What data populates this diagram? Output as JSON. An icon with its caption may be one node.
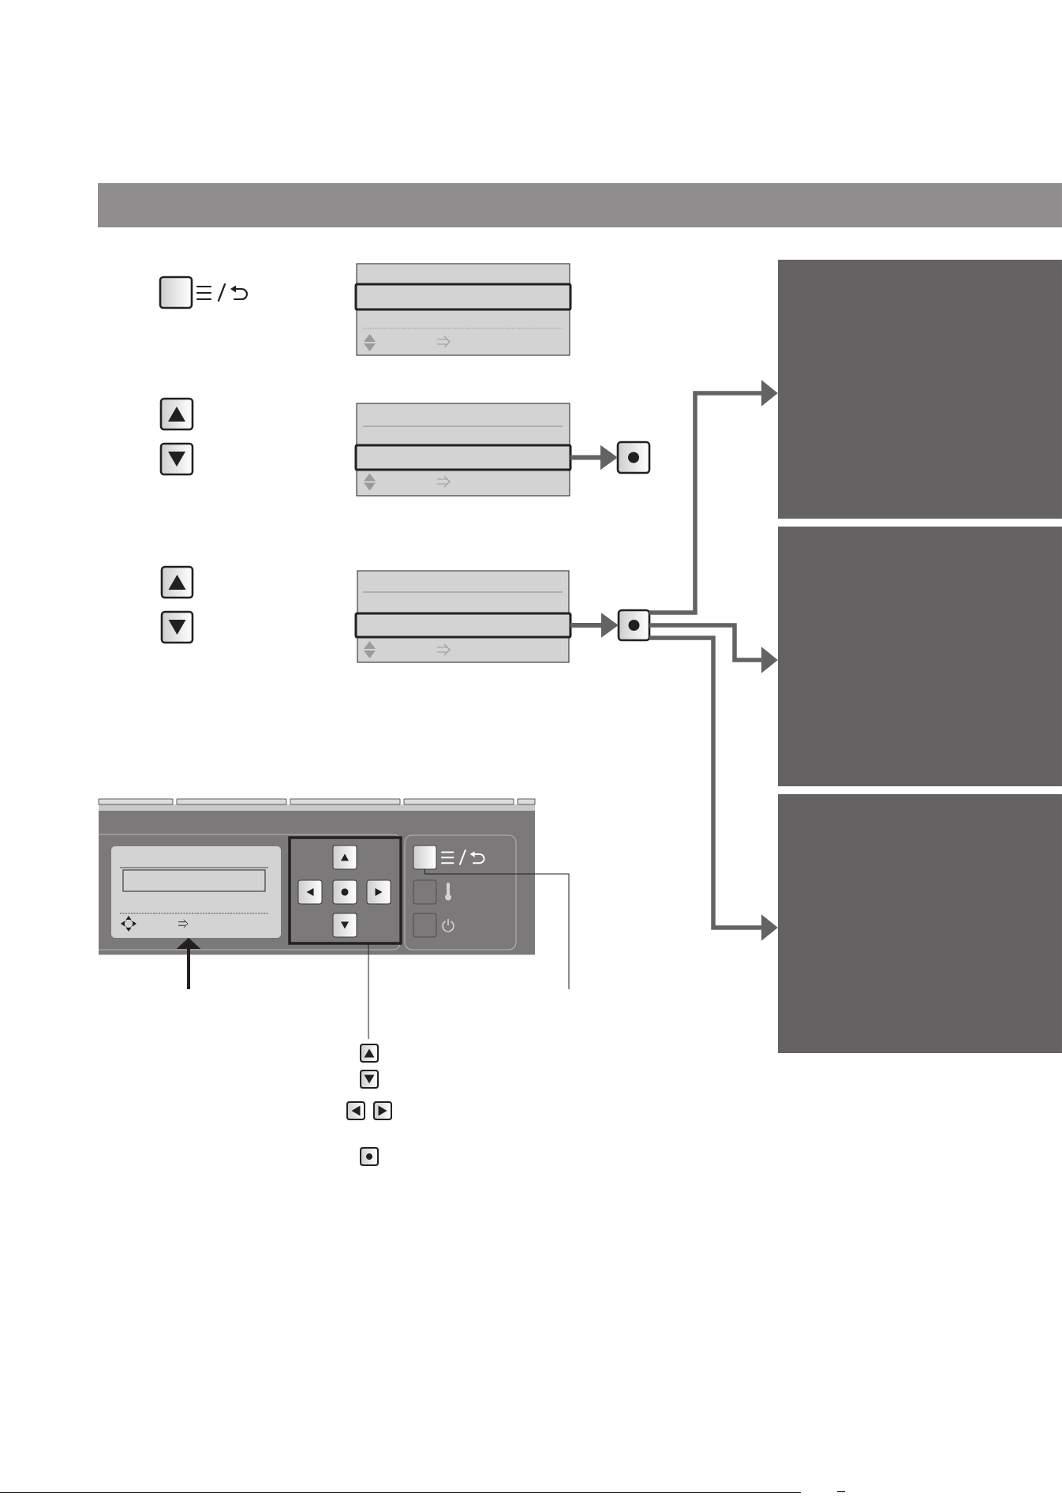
{
  "diagram": {
    "nodes": [
      {
        "text": [],
        "shape": "box"
      },
      {
        "text": [],
        "shape": "box",
        "in": 0
      },
      {
        "text": [],
        "shape": "box"
      },
      {
        "text": [],
        "shape": "box",
        "in": 2
      },
      {
        "text": [],
        "shape": "box"
      },
      {
        "text": [],
        "shape": "box"
      },
      {
        "text": [],
        "shape": "box",
        "in": 5
      },
      {
        "text": [],
        "shape": "box"
      },
      {
        "text": [],
        "shape": "box"
      },
      {
        "text": [],
        "shape": "box"
      },
      {
        "text": [],
        "shape": "box"
      },
      {
        "text": [],
        "shape": "box"
      },
      {
        "text": [],
        "shape": "box"
      },
      {
        "text": [],
        "shape": "box"
      }
    ],
    "edges": [
      {
        "from": 3,
        "to": 4,
        "arrow": "to"
      },
      {
        "from": 6,
        "to": 7,
        "arrow": "to"
      },
      {
        "from": 7,
        "to": 8,
        "arrow": "to"
      },
      {
        "from": 7,
        "to": 9,
        "arrow": "to"
      },
      {
        "from": 7,
        "to": 10,
        "arrow": "to"
      },
      {
        "from": null,
        "to": 11,
        "arrow": "to",
        "color": "#231f20"
      },
      {
        "from": 12,
        "to": null,
        "arrow": "none",
        "color": "#231f20"
      },
      {
        "from": 13,
        "to": null,
        "arrow": "none",
        "color": "#231f20"
      }
    ]
  }
}
